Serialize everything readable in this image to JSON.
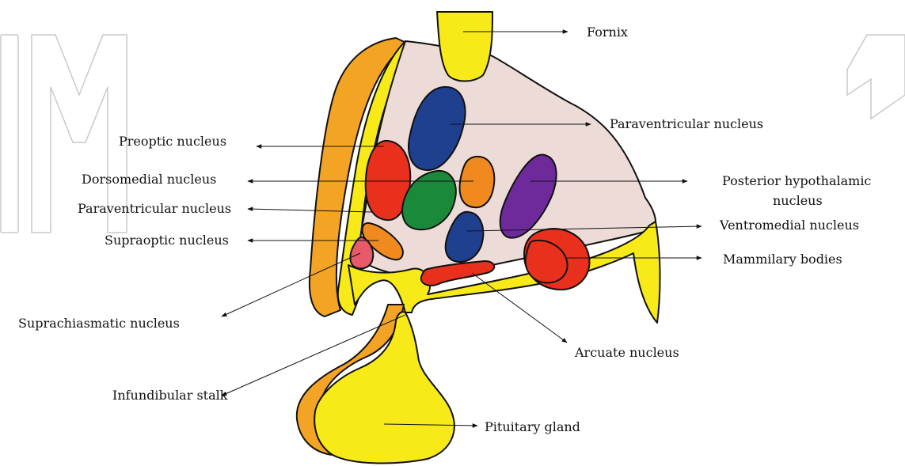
{
  "colors": {
    "background": "#ffffff",
    "hypothalamus_fill": "#ecdbd6",
    "yellow": "#f7ea18",
    "orange_border": "#f4a424",
    "red": "#e8301c",
    "dark_blue": "#1f3f8f",
    "orange": "#f08a1e",
    "green": "#1a8a3a",
    "purple": "#6e2a9a",
    "pink": "#e85a6a",
    "watermark_gray": "#c9c9c9"
  },
  "labels": {
    "fornix": "Fornix",
    "paraventricular_top": "Paraventricular nucleus",
    "preoptic": "Preoptic nucleus",
    "dorsomedial": "Dorsomedial nucleus",
    "paraventricular_left": "Paraventricular nucleus",
    "supraoptic": "Supraoptic nucleus",
    "posterior_line1": "Posterior hypothalamic",
    "posterior_line2": "nucleus",
    "ventromedial": "Ventromedial nucleus",
    "mammilary": "Mammilary bodies",
    "suprachiasmatic": "Suprachiasmatic nucleus",
    "arcuate": "Arcuate nucleus",
    "infundibular": "Infundibular stalk",
    "pituitary": "Pituitary gland"
  }
}
